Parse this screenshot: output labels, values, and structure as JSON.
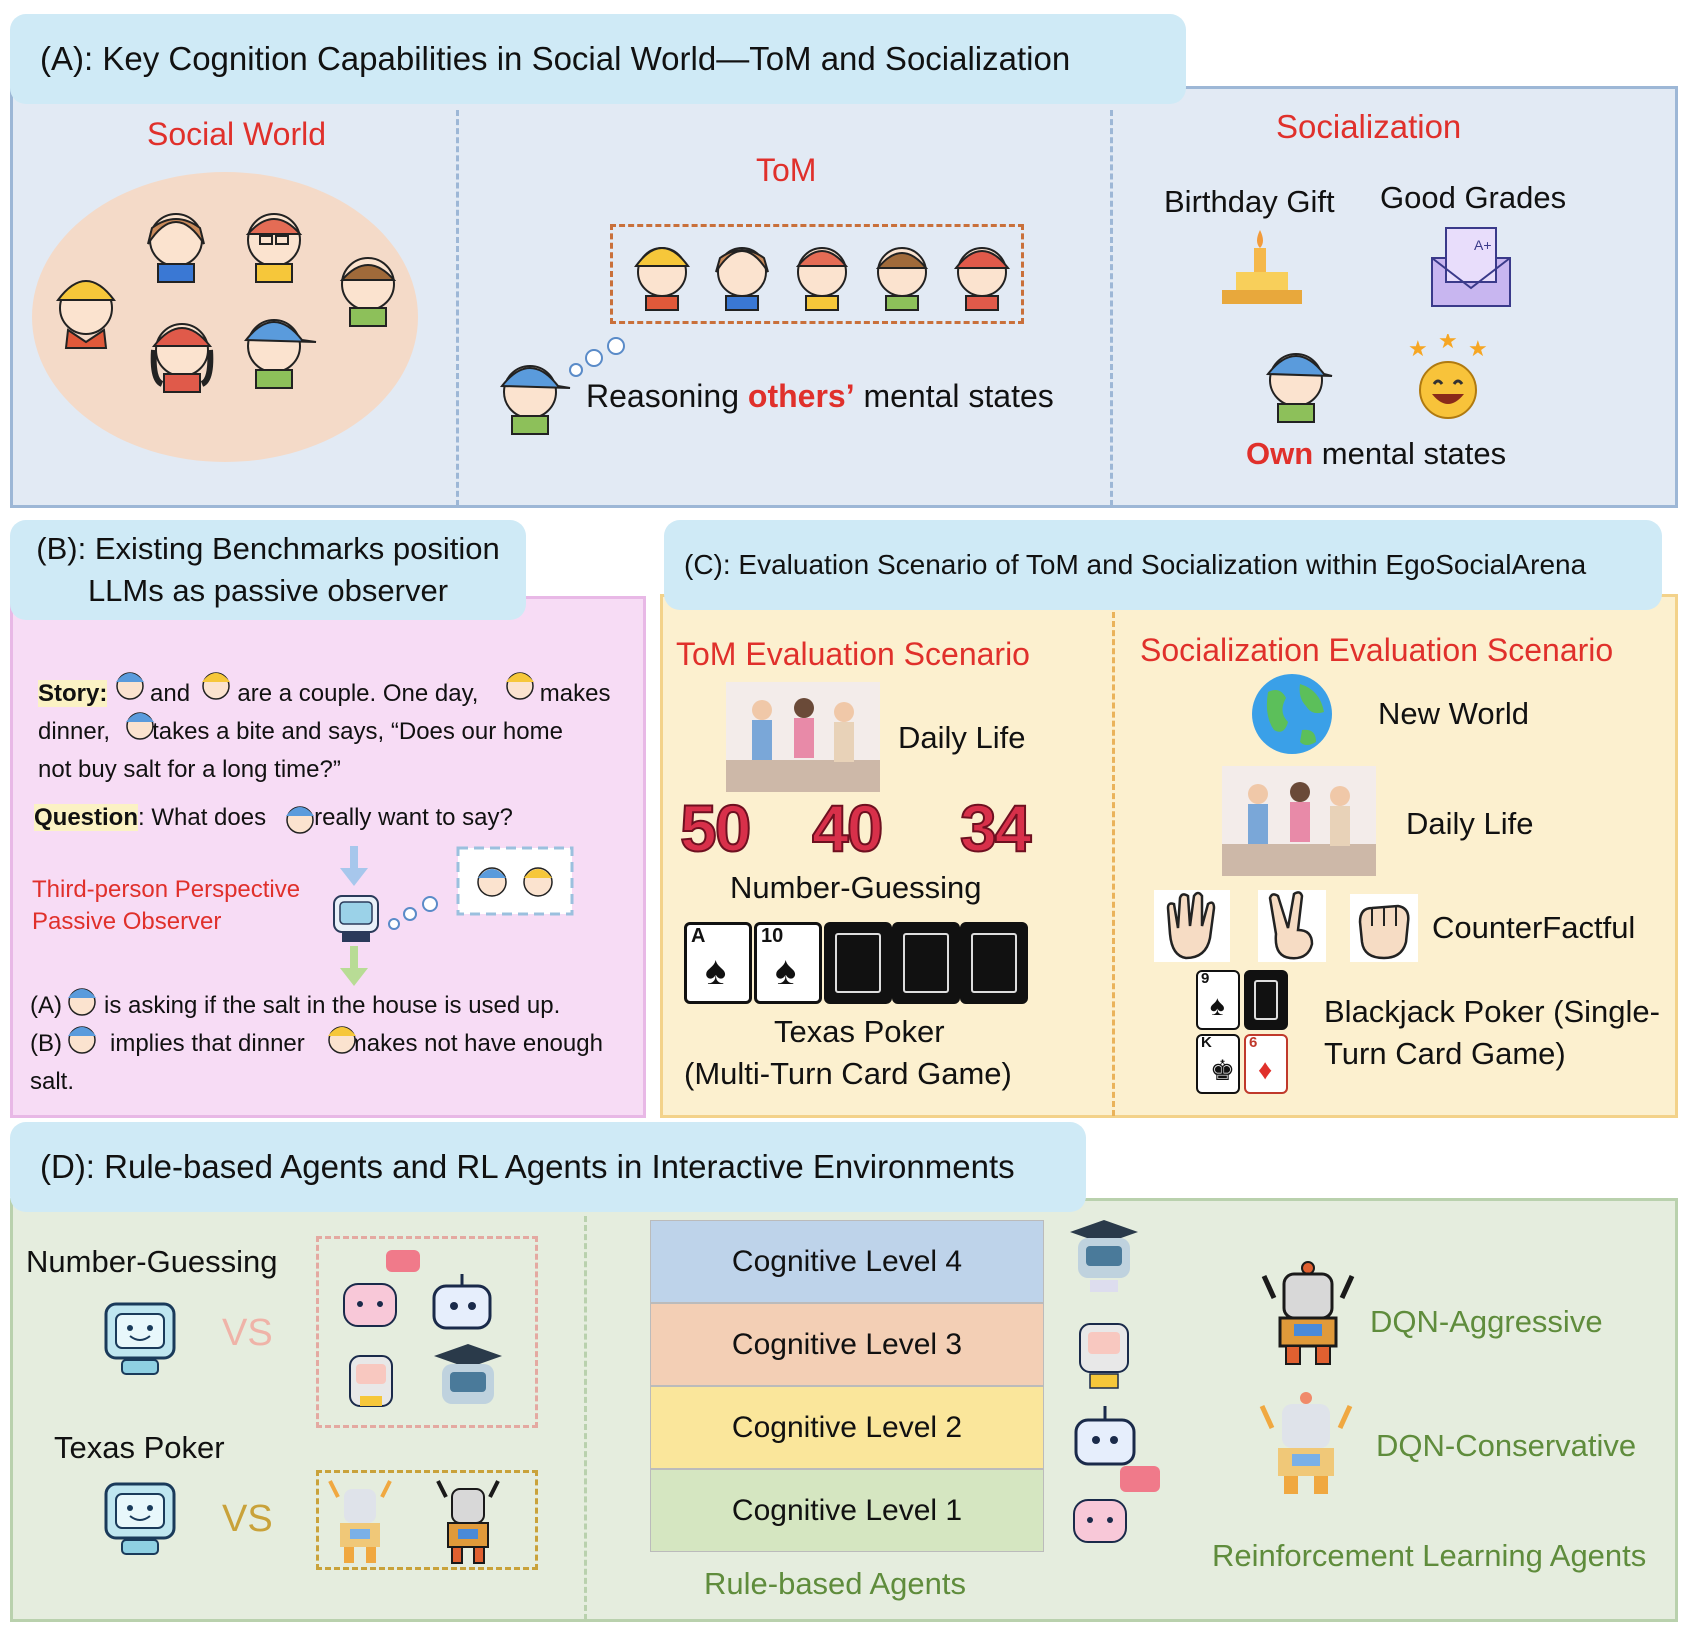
{
  "section_a": {
    "title": "(A): Key Cognition Capabilities in Social World—ToM and Socialization",
    "social_world": "Social World",
    "tom": "ToM",
    "reasoning_prefix": "Reasoning ",
    "reasoning_emph": "others’",
    "reasoning_suffix": " mental states",
    "socialization": "Socialization",
    "birthday_gift": "Birthday Gift",
    "good_grades": "Good Grades",
    "own_emph": "Own",
    "own_suffix": " mental states"
  },
  "section_b": {
    "title_line1": "(B): Existing Benchmarks position",
    "title_line2": "LLMs as passive observer",
    "story_label": "Story:",
    "story_and": "and",
    "story_couple": "are a couple. One day,",
    "story_makes": "makes",
    "story_dinner": "dinner,",
    "story_bite": "takes a bite and says, “Does our home",
    "story_salt": "not buy salt for a long time?”",
    "question_label": "Question",
    "question_colon": ": What does",
    "question_rest": "really want to say?",
    "observer_line1": "Third-person Perspective",
    "observer_line2": "Passive Observer",
    "answer_a_prefix": "(A)",
    "answer_a_text": "is asking if the salt in the house is used up.",
    "answer_b_prefix": "(B)",
    "answer_b_text1": "implies that dinner",
    "answer_b_text2": "makes not have enough",
    "answer_b_text3": "salt."
  },
  "section_c": {
    "title": "(C): Evaluation Scenario of ToM and Socialization within EgoSocialArena",
    "tom_eval": "ToM Evaluation Scenario",
    "social_eval": "Socialization Evaluation Scenario",
    "daily_life": "Daily Life",
    "numbers": [
      "50",
      "40",
      "34"
    ],
    "number_guessing": "Number-Guessing",
    "card_a": "A",
    "card_10": "10",
    "texas_poker_line1": "Texas Poker",
    "texas_poker_line2": "(Multi-Turn Card Game)",
    "new_world": "New World",
    "daily_life_2": "Daily Life",
    "counterfactual": "CounterFactful",
    "card_9": "9",
    "card_k": "K",
    "card_6": "6",
    "blackjack_line1": "Blackjack Poker (Single-",
    "blackjack_line2": "Turn Card Game)"
  },
  "section_d": {
    "title": "(D): Rule-based Agents and RL Agents in Interactive Environments",
    "number_guessing": "Number-Guessing",
    "texas_poker": "Texas Poker",
    "vs1": "VS",
    "vs2": "VS",
    "levels": [
      "Cognitive Level 4",
      "Cognitive Level 3",
      "Cognitive Level 2",
      "Cognitive Level 1"
    ],
    "rule_based": "Rule-based Agents",
    "dqn_aggressive": "DQN-Aggressive",
    "dqn_conservative": "DQN-Conservative",
    "rl_agents": "Reinforcement Learning Agents"
  },
  "colors": {
    "panel_a_bg": "#e2eaf4",
    "panel_b_bg": "#f7dcf5",
    "panel_c_bg": "#fcf0cf",
    "panel_d_bg": "#e5edde",
    "tab_bg": "#cfeaf6",
    "accent_red": "#e0302b",
    "accent_green": "#5f8c3c",
    "level4": "#bed3ea",
    "level3": "#f3cfb5",
    "level2": "#fae69b",
    "level1": "#d5e6c1"
  }
}
